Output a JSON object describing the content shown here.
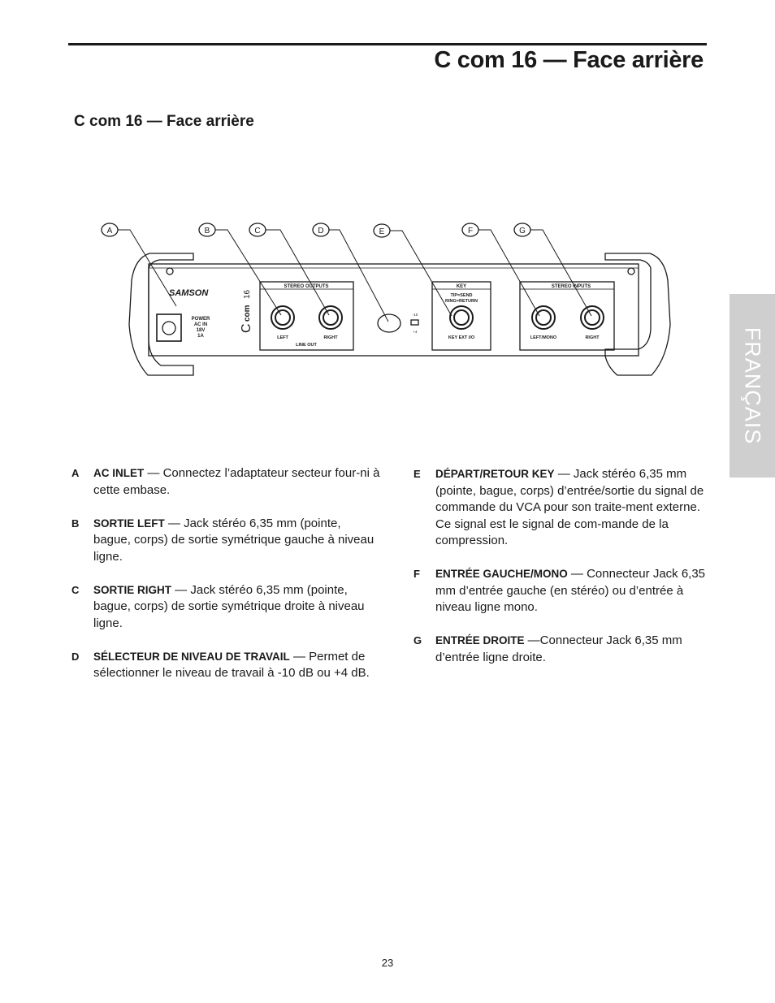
{
  "header": {
    "title": "C com 16 — Face arrière"
  },
  "section": {
    "title": "C com 16 — Face arrière"
  },
  "sidebar": {
    "language": "FRANÇAIS"
  },
  "figure": {
    "callouts": [
      "A",
      "B",
      "C",
      "D",
      "E",
      "F",
      "G"
    ],
    "panel": {
      "brand": "SAMSON",
      "power_label": [
        "POWER",
        "AC IN",
        "18V",
        "1A"
      ],
      "model_c": "C",
      "model_com": "com",
      "model_16": "16",
      "stereo_outputs": "STEREO OUTPUTS",
      "left": "LEFT",
      "right": "RIGHT",
      "line_out": "LINE OUT",
      "level_minus10": "-10",
      "level_plus4": "+4",
      "key": "KEY",
      "tip_send": "TIP=SEND",
      "ring_return": "RING=RETURN",
      "key_ext_io": "KEY EXT I/O",
      "stereo_inputs": "STEREO INPUTS",
      "left_mono": "LEFT/MONO",
      "right_input": "RIGHT"
    }
  },
  "descriptions": {
    "left": [
      {
        "letter": "A",
        "term": "AC INLET",
        "text": " — Connectez l’adaptateur secteur four-ni à cette embase."
      },
      {
        "letter": "B",
        "term": "SORTIE LEFT",
        "text": " — Jack stéréo 6,35 mm (pointe, bague, corps) de sortie symétrique gauche à niveau ligne."
      },
      {
        "letter": "C",
        "term": "SORTIE RIGHT",
        "text": " — Jack stéréo 6,35 mm (pointe, bague, corps) de sortie symétrique droite à niveau ligne."
      },
      {
        "letter": "D",
        "term": "SÉLECTEUR DE NIVEAU DE TRAVAIL",
        "text": " — Permet de sélectionner le niveau de travail à -10  dB ou +4  dB."
      }
    ],
    "right": [
      {
        "letter": "E",
        "term": "DÉPART/RETOUR KEY",
        "text": " — Jack stéréo 6,35 mm (pointe, bague, corps) d’entrée/sortie du signal de commande du VCA pour son traite-ment externe. Ce signal est le signal de com-mande de la compression."
      },
      {
        "letter": "F",
        "term": "ENTRÉE GAUCHE/MONO",
        "text": " — Connecteur Jack 6,35 mm d’entrée gauche (en stéréo) ou d’entrée à niveau ligne mono."
      },
      {
        "letter": "G",
        "term": "ENTRÉE DROITE",
        "text": " —Connecteur Jack 6,35 mm d’entrée ligne droite."
      }
    ]
  },
  "footer": {
    "page_number": "23"
  }
}
